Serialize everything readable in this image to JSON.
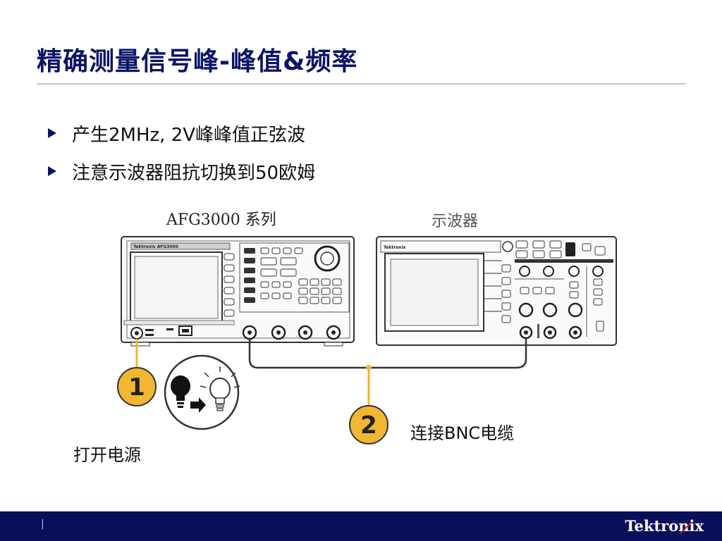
{
  "slide": {
    "title": "精确测量信号峰-峰值&频率",
    "bullets": [
      "产生2MHz, 2V峰峰值正弦波",
      "注意示波器阻抗切换到50欧姆"
    ]
  },
  "devices": {
    "generator_caption": "AFG3000 系列",
    "scope_caption": "示波器",
    "generator_brand": "Tektronix AFG3000",
    "scope_brand": "Tektronix"
  },
  "steps": [
    {
      "number": "1",
      "label": "打开电源"
    },
    {
      "number": "2",
      "label": "连接BNC电缆"
    }
  ],
  "footer": {
    "page_marker": "|",
    "logo": "Tektronix"
  },
  "colors": {
    "title": "#0a1466",
    "step_badge": "#f2b632",
    "cable": "#333333",
    "footer": "#0a0f5c"
  }
}
